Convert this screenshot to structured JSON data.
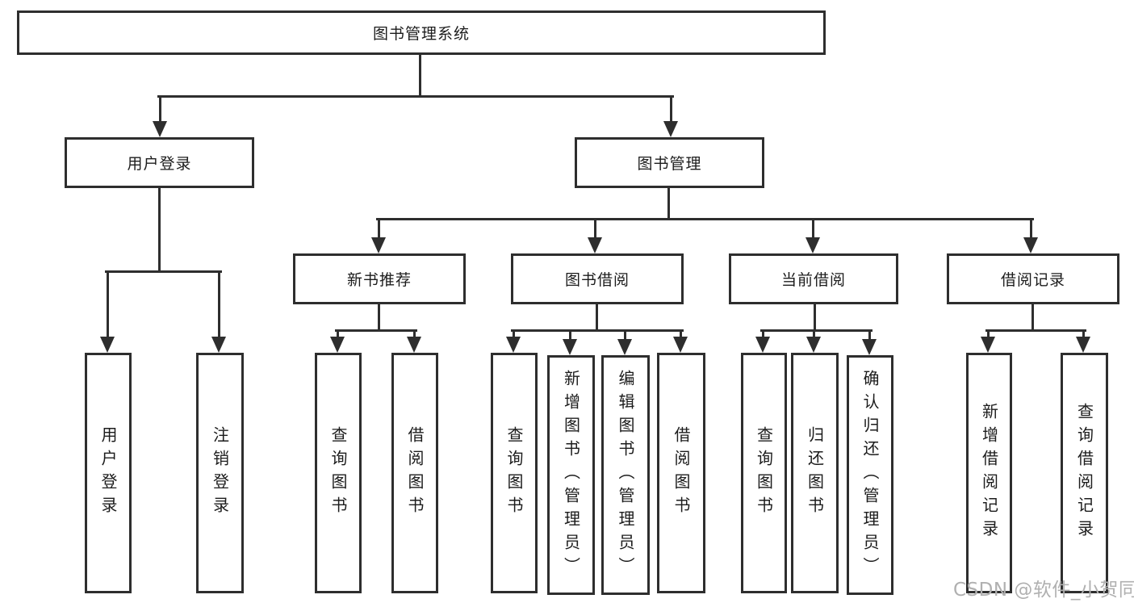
{
  "tree": {
    "label": "图书管理系统",
    "children": [
      {
        "label": "用户登录",
        "children": [
          {
            "label": "用户登录"
          },
          {
            "label": "注销登录"
          }
        ]
      },
      {
        "label": "图书管理",
        "children": [
          {
            "label": "新书推荐",
            "children": [
              {
                "label": "查询图书"
              },
              {
                "label": "借阅图书"
              }
            ]
          },
          {
            "label": "图书借阅",
            "children": [
              {
                "label": "查询图书"
              },
              {
                "label": "新增图书（管理员）"
              },
              {
                "label": "编辑图书（管理员）"
              },
              {
                "label": "借阅图书"
              }
            ]
          },
          {
            "label": "当前借阅",
            "children": [
              {
                "label": "查询图书"
              },
              {
                "label": "归还图书"
              },
              {
                "label": "确认归还（管理员）"
              }
            ]
          },
          {
            "label": "借阅记录",
            "children": [
              {
                "label": "新增借阅记录"
              },
              {
                "label": "查询借阅记录"
              }
            ]
          }
        ]
      }
    ]
  },
  "watermark": {
    "text": "CSDN @软件_小贺同学"
  },
  "colors": {
    "line": "#2e2e2e",
    "box_border": "#2e2e2e",
    "text": "#1c1c1c",
    "watermark": "#b0b0b0",
    "background": "#ffffff"
  }
}
